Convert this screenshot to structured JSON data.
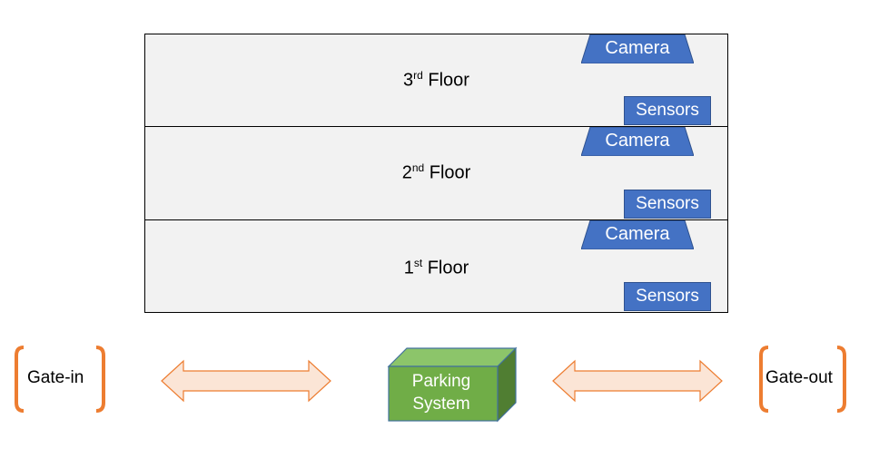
{
  "floors": [
    {
      "label": "3",
      "suffix": "rd",
      "word": "Floor",
      "camera": "Camera",
      "sensors": "Sensors"
    },
    {
      "label": "2",
      "suffix": "nd",
      "word": "Floor",
      "camera": "Camera",
      "sensors": "Sensors"
    },
    {
      "label": "1",
      "suffix": "st",
      "word": "Floor",
      "camera": "Camera",
      "sensors": "Sensors"
    }
  ],
  "gates": {
    "in": "Gate-in",
    "out": "Gate-out"
  },
  "parking_system": {
    "line1": "Parking",
    "line2": "System"
  },
  "colors": {
    "floor_fill": "#f2f2f2",
    "device_fill": "#4472c4",
    "box_fill": "#70ad47",
    "arrow_fill": "#fbe5d6",
    "arrow_stroke": "#ed7d31",
    "gate_bracket": "#ed7d31"
  }
}
